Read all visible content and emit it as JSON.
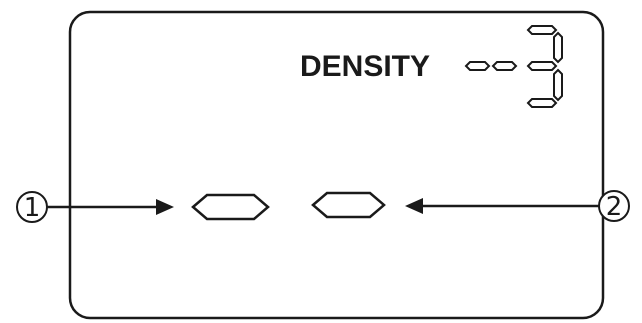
{
  "display": {
    "density_label": "DENSITY",
    "density_value": "3"
  },
  "callouts": [
    {
      "number": "1",
      "points_to": "left-segment-indicator"
    },
    {
      "number": "2",
      "points_to": "right-segment-indicator"
    }
  ],
  "colors": {
    "line": "#1a1a1a",
    "background": "#ffffff"
  }
}
